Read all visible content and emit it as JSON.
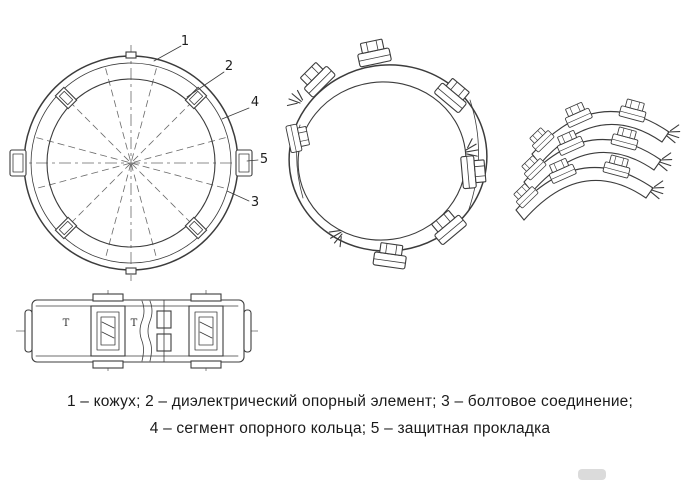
{
  "figure": {
    "callouts": {
      "c1": "1",
      "c2": "2",
      "c3": "3",
      "c4": "4",
      "c5": "5"
    },
    "side_labels": {
      "t1": "Т",
      "t2": "Т"
    },
    "caption": {
      "line1": "1 – кожух; 2 – диэлектрический опорный элемент; 3 – болтовое соединение;",
      "line2": "4 – сегмент опорного кольца; 5 – защитная прокладка"
    },
    "colors": {
      "line": "#3c3c3c",
      "text": "#1b1b1b",
      "background": "#ffffff"
    }
  }
}
